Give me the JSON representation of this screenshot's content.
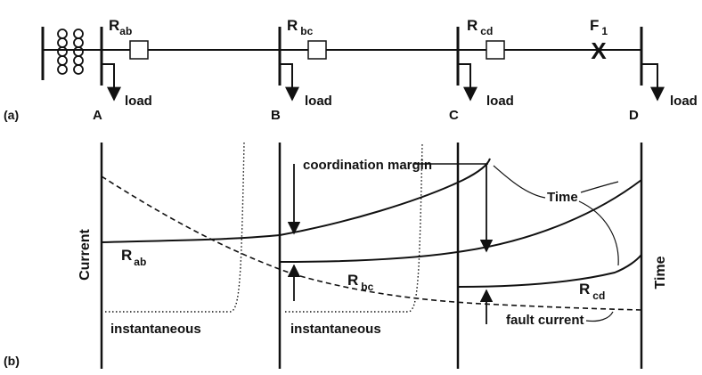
{
  "panel_a": {
    "tag": "(a)",
    "relays": [
      {
        "main": "R",
        "sub": "ab"
      },
      {
        "main": "R",
        "sub": "bc"
      },
      {
        "main": "R",
        "sub": "cd"
      }
    ],
    "fault": {
      "main": "F",
      "sub": "1",
      "symbol": "X"
    },
    "buses": [
      "A",
      "B",
      "C",
      "D"
    ],
    "load_label": "load"
  },
  "panel_b": {
    "tag": "(b)",
    "left_axis": "Current",
    "right_axis": "Time",
    "coordination_margin": "coordination margin",
    "time_label": "Time",
    "fault_current": "fault current",
    "instantaneous": "instantaneous",
    "relays": [
      {
        "main": "R",
        "sub": "ab"
      },
      {
        "main": "R",
        "sub": "bc"
      },
      {
        "main": "R",
        "sub": "cd"
      }
    ]
  }
}
